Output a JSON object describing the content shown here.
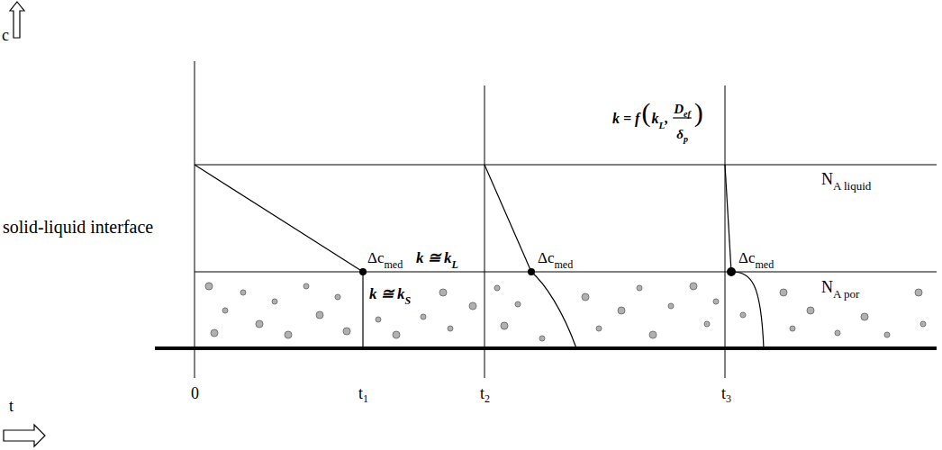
{
  "diagram": {
    "labels": [
      "c",
      "t",
      "solid-liquid interface",
      "k = f",
      "(",
      "k",
      "L",
      ",",
      "D",
      "ef",
      "δ",
      "p",
      ")",
      "N",
      "A liquid",
      "Δc",
      "med",
      "k ≅ k",
      "L",
      "k ≅ k",
      "S",
      "N",
      "A por",
      "Δc",
      "med",
      "Δc",
      "med",
      "0",
      "t",
      "1",
      "t",
      "2",
      "t",
      "3"
    ]
  }
}
